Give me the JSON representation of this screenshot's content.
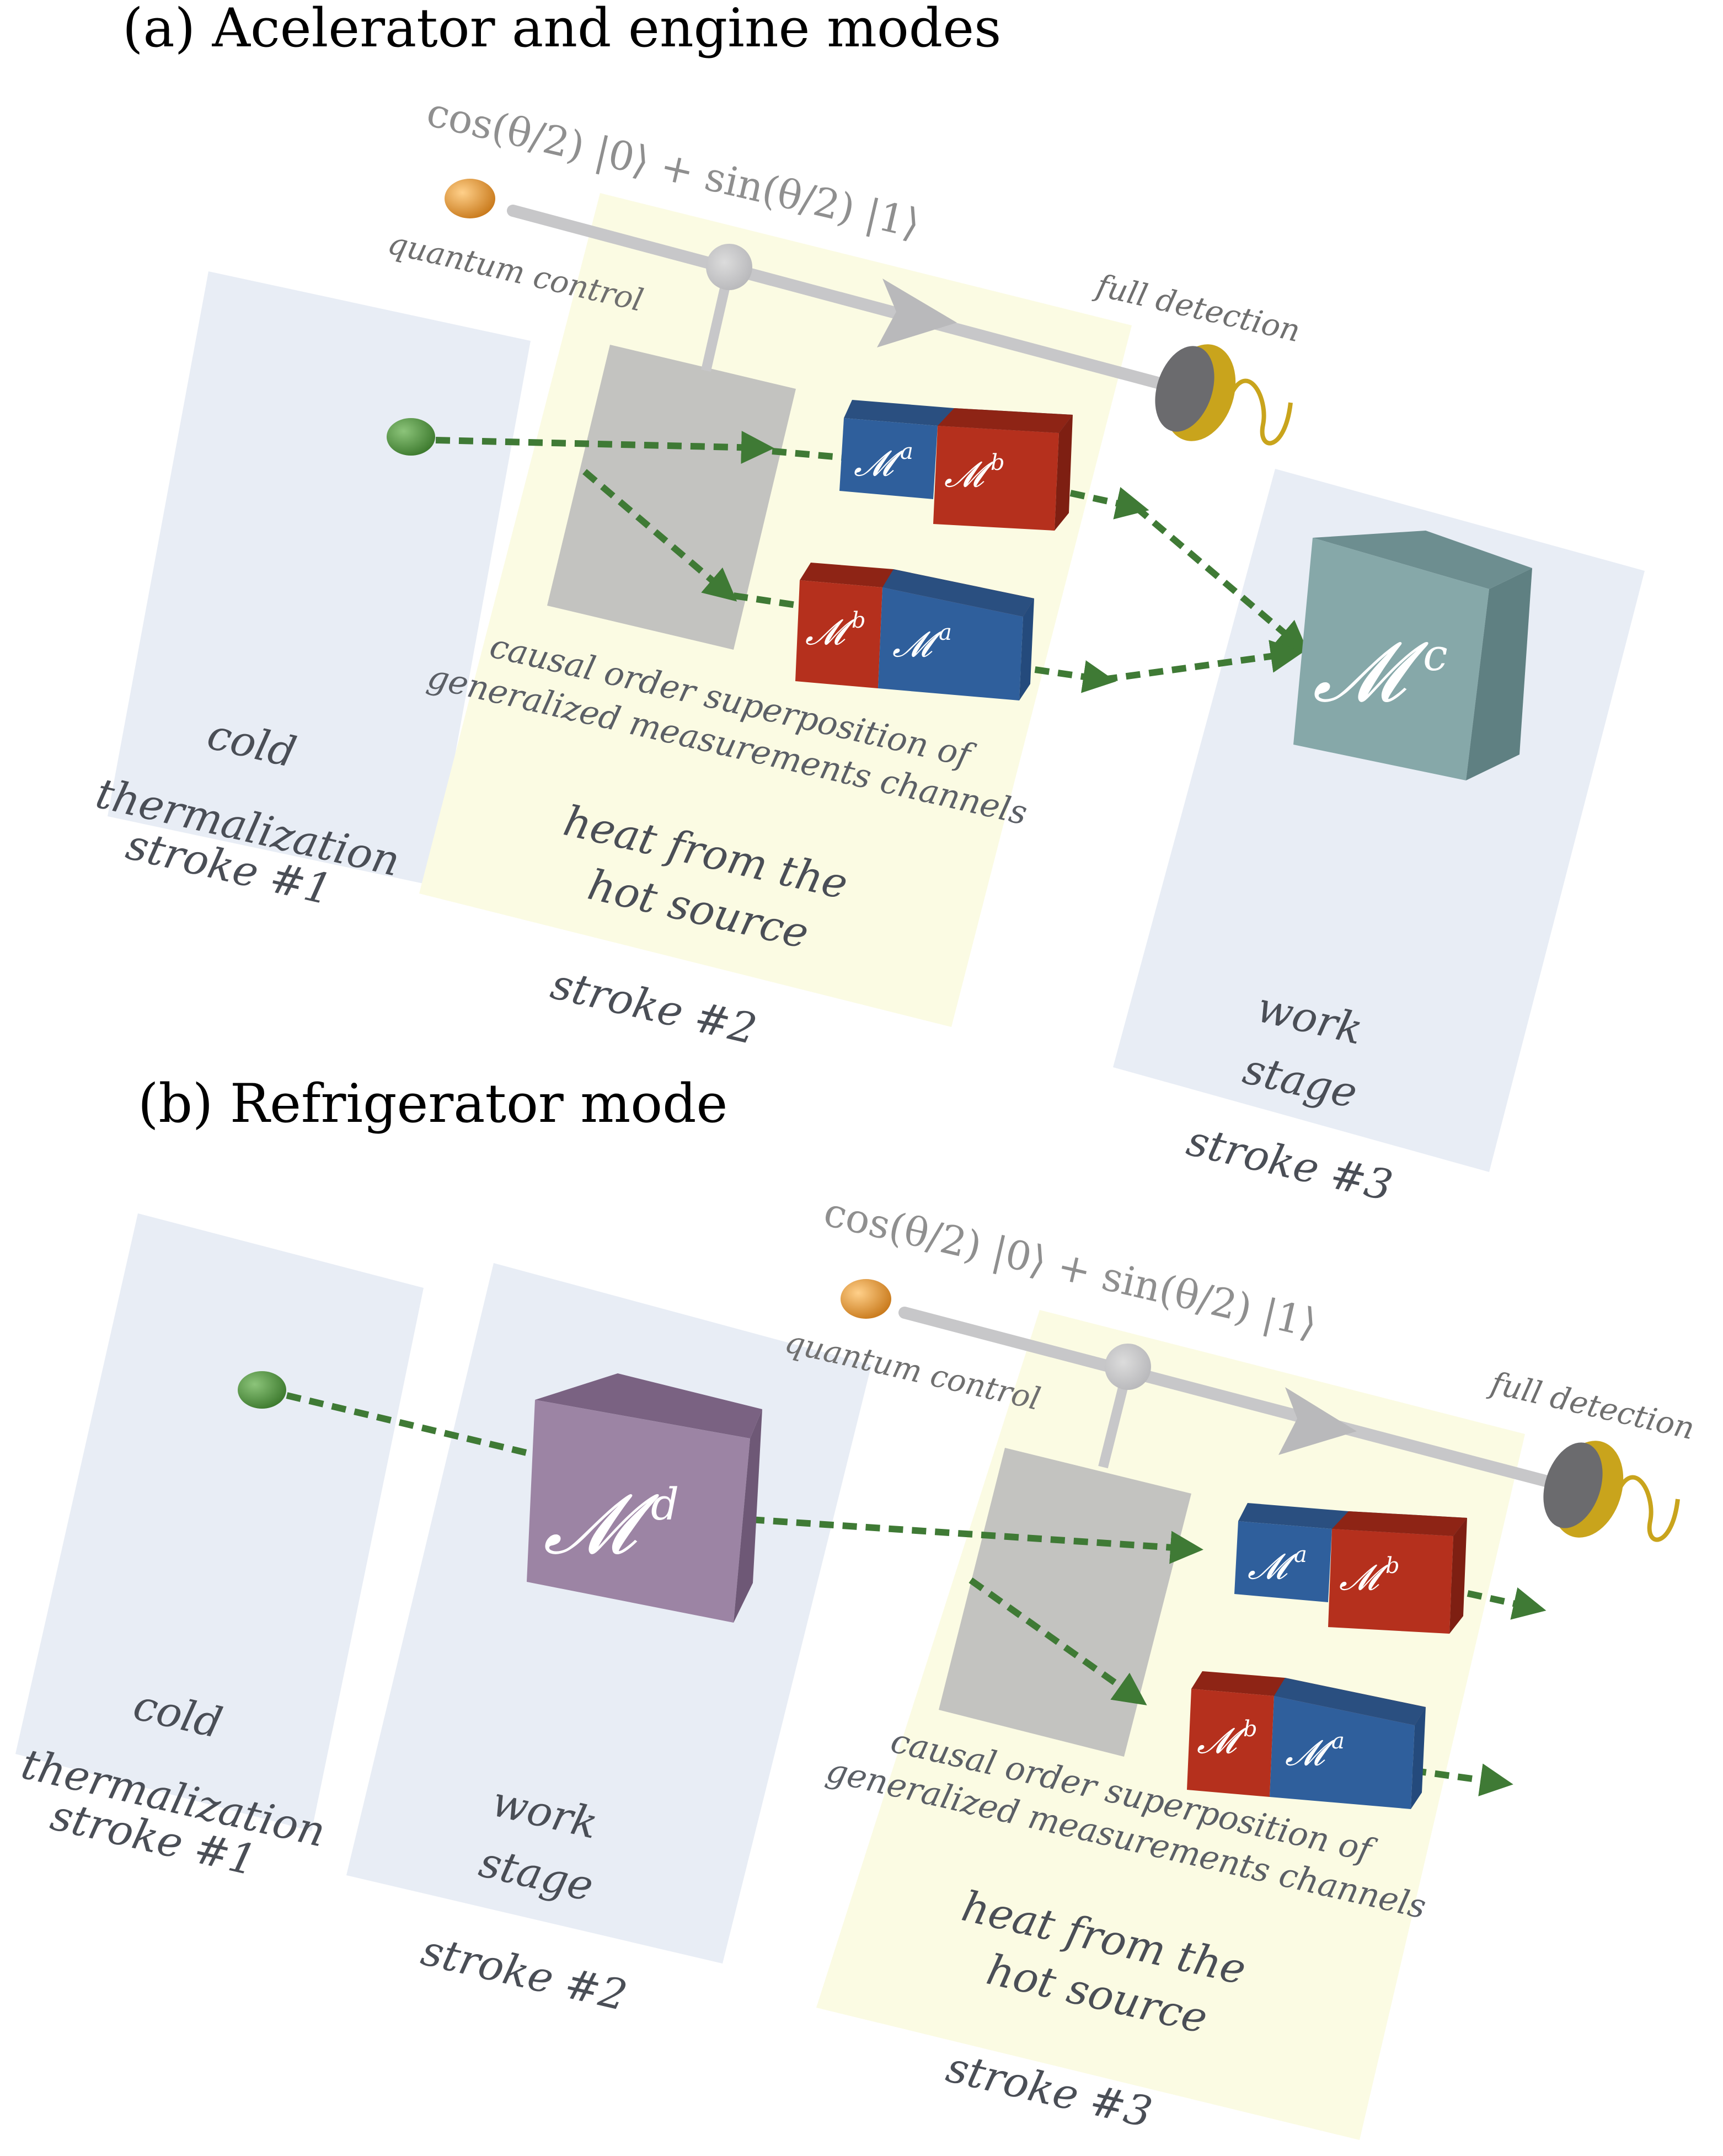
{
  "colors": {
    "stage_blue": "#e8edf5",
    "stage_yellow": "#fbfbe3",
    "gray_block": "#c3c3c0",
    "cube_blue": "#2f5f9c",
    "cube_red": "#b5301d",
    "cube_teal": "#86a8a9",
    "cube_purple": "#9c84a4",
    "arrow_green": "#3f7a35",
    "rail_gray": "#c7c7c9",
    "ball_orange": "#d98a2b",
    "ball_green": "#4f8a3c",
    "detector_gold": "#c9a41c"
  },
  "icons": {
    "control_qubit": "orange-sphere-icon",
    "system": "green-sphere-icon",
    "detector": "detector-icon",
    "channel": "cube-icon"
  },
  "panel_a": {
    "title": "(a) Acelerator and engine modes",
    "formula": "cos(θ/2) |0⟩ + sin(θ/2) |1⟩",
    "quantum_control": "quantum control",
    "full_detection": "full detection",
    "stage1": {
      "line1": "cold",
      "line2": "thermalization",
      "stroke": "stroke #1"
    },
    "stage2": {
      "line1": "heat from the",
      "line2": "hot source",
      "stroke": "stroke #2"
    },
    "stage3": {
      "line1": "work",
      "line2": "stage",
      "stroke": "stroke #3"
    },
    "superposition": {
      "line1": "causal order superposition of",
      "line2": "generalized  measurements channels"
    },
    "cube_top": {
      "left": "𝓜",
      "left_sup": "a",
      "right": "𝓜",
      "right_sup": "b"
    },
    "cube_bottom": {
      "left": "𝓜",
      "left_sup": "b",
      "right": "𝓜",
      "right_sup": "a"
    },
    "cube_big": {
      "label": "𝓜",
      "sup": "c"
    }
  },
  "panel_b": {
    "title": "(b) Refrigerator mode",
    "formula": "cos(θ/2) |0⟩ + sin(θ/2) |1⟩",
    "quantum_control": "quantum control",
    "full_detection": "full detection",
    "stage1": {
      "line1": "cold",
      "line2": "thermalization",
      "stroke": "stroke #1"
    },
    "stage2": {
      "line1": "work",
      "line2": "stage",
      "stroke": "stroke #2"
    },
    "stage3": {
      "line1": "heat from the",
      "line2": "hot source",
      "stroke": "stroke #3"
    },
    "superposition": {
      "line1": "causal order superposition of",
      "line2": "generalized  measurements channels"
    },
    "cube_top": {
      "left": "𝓜",
      "left_sup": "a",
      "right": "𝓜",
      "right_sup": "b"
    },
    "cube_bottom": {
      "left": "𝓜",
      "left_sup": "b",
      "right": "𝓜",
      "right_sup": "a"
    },
    "cube_big": {
      "label": "𝓜",
      "sup": "d"
    }
  }
}
